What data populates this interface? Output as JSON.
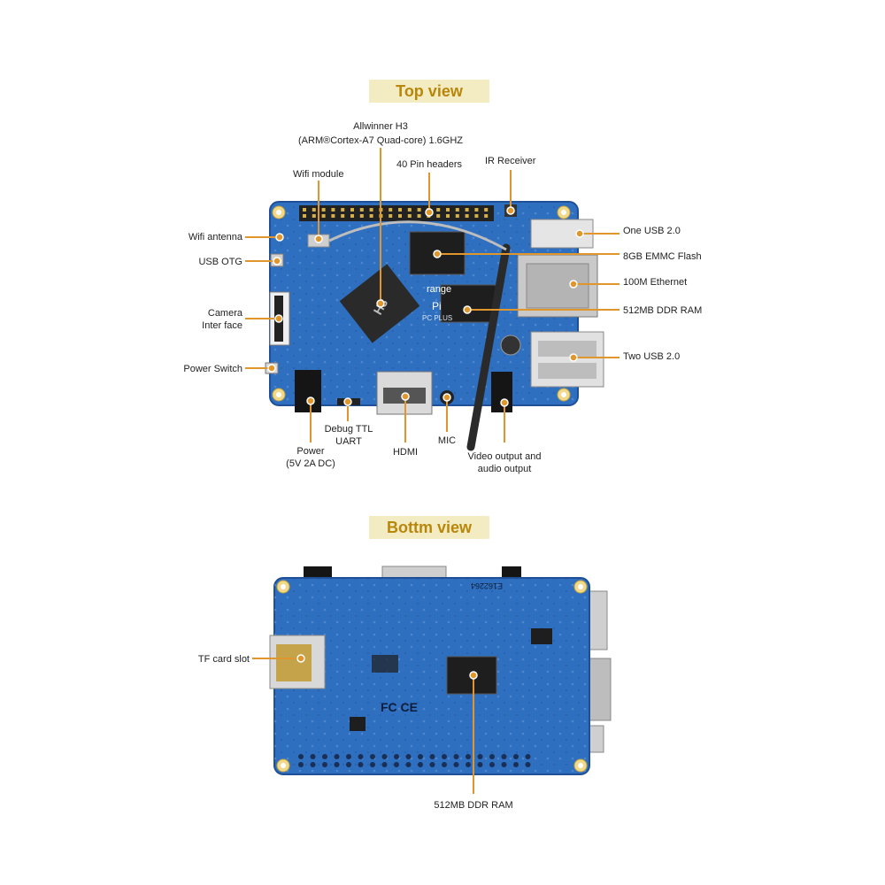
{
  "top": {
    "title": "Top view",
    "labels": {
      "allwinner_line1": "Allwinner H3",
      "allwinner_line2": "(ARM®Cortex-A7 Quad-core) 1.6GHZ",
      "wifi_module": "Wifi module",
      "pin_headers": "40 Pin headers",
      "ir_receiver": "IR Receiver",
      "wifi_antenna": "Wifi antenna",
      "usb_otg": "USB OTG",
      "camera_line1": "Camera",
      "camera_line2": "Inter face",
      "power_switch": "Power Switch",
      "one_usb": "One USB 2.0",
      "emmc": "8GB EMMC Flash",
      "ethernet": "100M Ethernet",
      "ddr_top": "512MB DDR RAM",
      "two_usb": "Two USB 2.0",
      "power_line1": "Power",
      "power_line2": "(5V 2A DC)",
      "debug_line1": "Debug TTL",
      "debug_line2": "UART",
      "hdmi": "HDMI",
      "mic": "MIC",
      "video_line1": "Video output and",
      "video_line2": "audio output"
    },
    "board_text": {
      "soc": "H3",
      "brand": "range",
      "model_line1": "Pi",
      "model_line2": "PC PLUS"
    }
  },
  "bottom": {
    "title": "Bottm view",
    "labels": {
      "tf_card": "TF card slot",
      "ddr_bottom": "512MB DDR RAM"
    },
    "board_text": {
      "code1": "E162264",
      "marks": "FC  CE"
    }
  },
  "colors": {
    "board": "#2f6fc0",
    "leader": "#e0962a",
    "title_bg": "#f3ecc2",
    "title_fg": "#b8860b"
  }
}
